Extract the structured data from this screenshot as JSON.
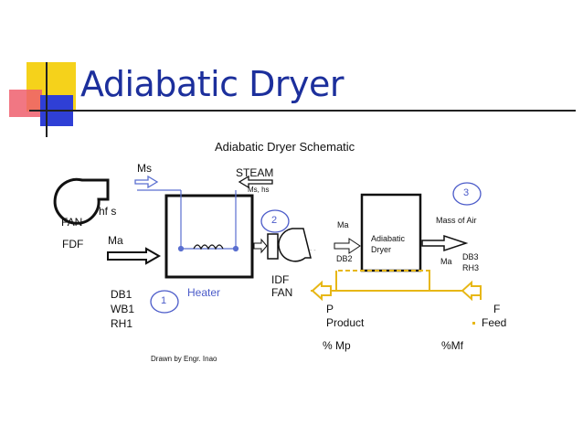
{
  "slide": {
    "title": "Adiabatic Dryer",
    "accent_colors": {
      "title": "#1c2f9c",
      "yellow": "#f5d21b",
      "red": "#e8394a",
      "blue": "#2f3fd6",
      "feed_line": "#e7b716"
    }
  },
  "diagram": {
    "heading": "Adiabatic Dryer Schematic",
    "labels": {
      "ms": "Ms",
      "steam": "STEAM",
      "ms_hs": "Ms, hs",
      "fan": "FAN",
      "hf_s": "hf s",
      "fdf": "FDF",
      "ma_left": "Ma",
      "heater": "Heater",
      "num1": "1",
      "num2": "2",
      "num3": "3",
      "idf_fan": [
        "IDF",
        "FAN"
      ],
      "ma_mid": "Ma",
      "db2": "DB2",
      "adiabatic_dryer": [
        "Adiabatic",
        "Dryer"
      ],
      "mass_of_air": "Mass of Air",
      "ma_right": "Ma",
      "db3": "DB3",
      "rh3": "RH3",
      "db1": "DB1",
      "wb1": "WB1",
      "rh1": "RH1",
      "p": "P",
      "product": "Product",
      "f": "F",
      "feed": "Feed",
      "mp": "% Mp",
      "mf": "%Mf",
      "drawn_by": "Drawn by  Engr.  Inao"
    }
  }
}
